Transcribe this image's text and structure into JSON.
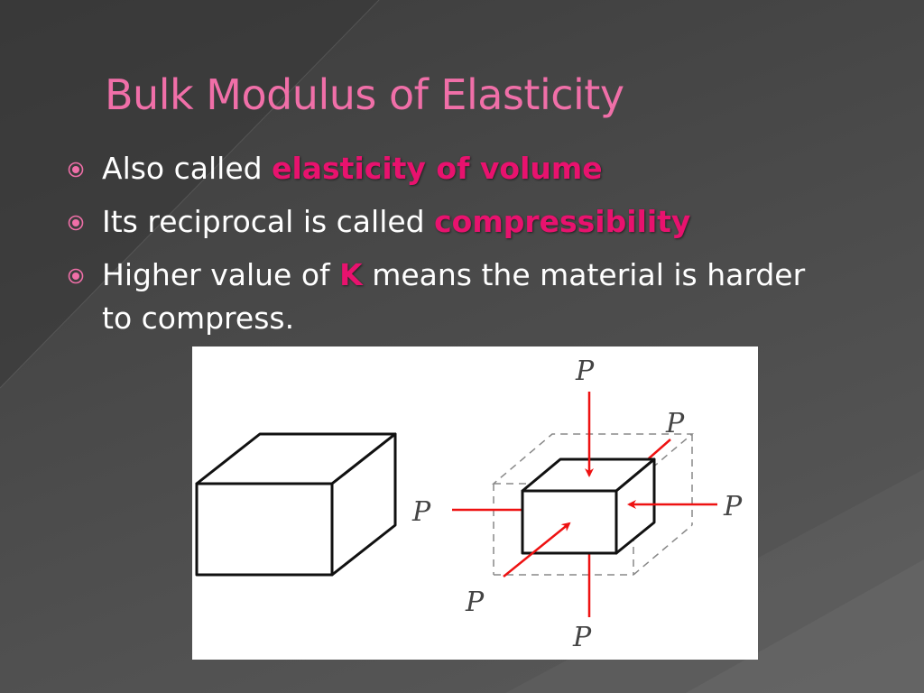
{
  "slide": {
    "title": "Bulk Modulus of Elasticity",
    "accent_color": "#f06fa8",
    "highlight_color": "#e8126e",
    "bullet_icon": "target-circle-icon"
  },
  "bullets": [
    {
      "text_before": "Also called ",
      "highlight": "elasticity of volume",
      "text_after": ""
    },
    {
      "text_before": "Its reciprocal is called ",
      "highlight": "compressibility",
      "text_after": ""
    },
    {
      "text_before": "Higher value of ",
      "highlight": "K",
      "text_after": " means the material is harder to compress."
    }
  ],
  "figure": {
    "pressure_label": "P",
    "arrow_color": "#ee1111"
  }
}
